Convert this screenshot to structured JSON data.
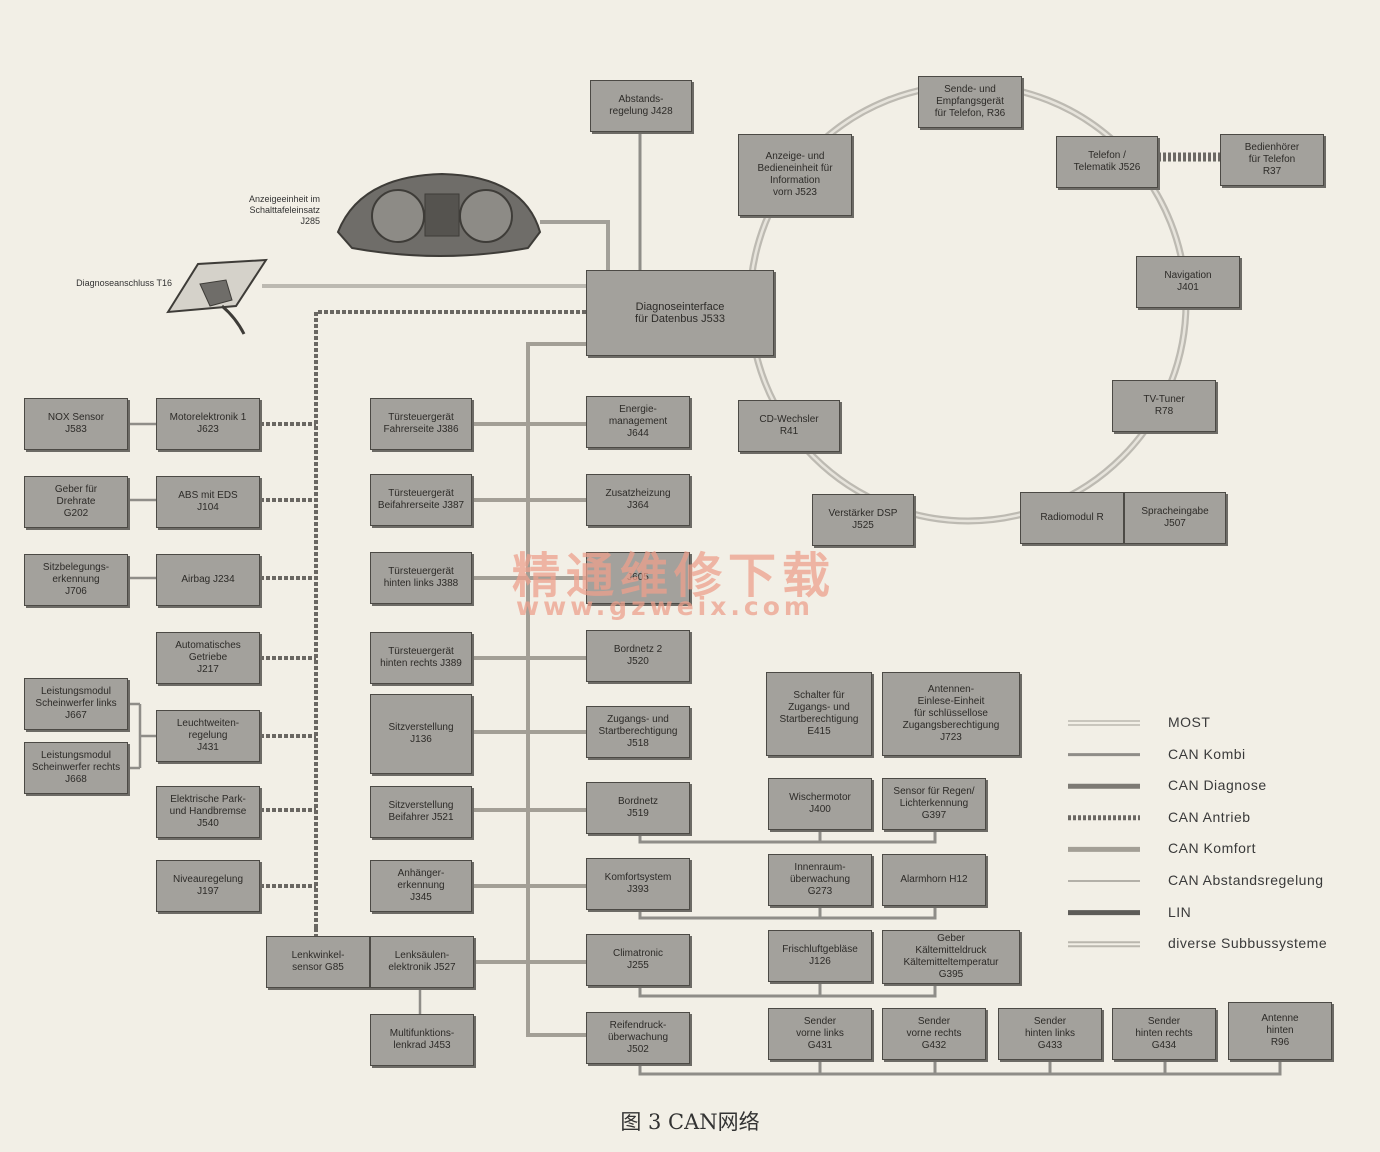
{
  "caption": "图 3 CAN网络",
  "watermark": {
    "line1": "精通维修下载",
    "line2": "www.gzweix.com"
  },
  "labels": {
    "instrument_cluster": "Anzeigeeinheit im\nSchalttafeleinsatz\nJ285",
    "diag_port": "Diagnoseanschluss T16"
  },
  "modules": {
    "gateway": "Diagnoseinterface\nfür Datenbus J533",
    "distance": "Abstands-\nregelung J428",
    "display_unit": "Anzeige- und\nBedieneinheit für\nInformation\nvorn J523",
    "transceiver": "Sende- und\nEmpfangsgerät\nfür Telefon, R36",
    "telefon": "Telefon /\nTelematik J526",
    "handset": "Bedienhörer\nfür Telefon\nR37",
    "navigation": "Navigation\nJ401",
    "tv_tuner": "TV-Tuner\nR78",
    "cd_changer": "CD-Wechsler\nR41",
    "amp": "Verstärker DSP\nJ525",
    "radio": "Radiomodul R",
    "voice": "Spracheingabe\nJ507",
    "nox": "NOX Sensor\nJ583",
    "motor": "Motorelektronik 1\nJ623",
    "rate_sensor": "Geber für\nDrehrate\nG202",
    "abs": "ABS mit EDS\nJ104",
    "seat_occ": "Sitzbelegungs-\nerkennung\nJ706",
    "airbag": "Airbag J234",
    "gearbox": "Automatisches\nGetriebe\nJ217",
    "lamp_left": "Leistungsmodul\nScheinwerfer links\nJ667",
    "lamp_right": "Leistungsmodul\nScheinwerfer rechts\nJ668",
    "headlight": "Leuchtweiten-\nregelung\nJ431",
    "parkbrake": "Elektrische Park-\nund Handbremse\nJ540",
    "level": "Niveauregelung\nJ197",
    "door_driver": "Türsteuergerät\nFahrerseite J386",
    "door_pass": "Türsteuergerät\nBeifahrerseite J387",
    "door_rl": "Türsteuergerät\nhinten links J388",
    "door_rr": "Türsteuergerät\nhinten rechts J389",
    "seat_adj": "Sitzverstellung\nJ136",
    "seat_pass": "Sitzverstellung\nBeifahrer J521",
    "trailer": "Anhänger-\nerkennung\nJ345",
    "energy": "Energie-\nmanagement\nJ644",
    "aux_heat": "Zusatzheizung\nJ364",
    "onboard1": "J605",
    "onboard2": "Bordnetz 2\nJ520",
    "access": "Zugangs- und\nStartberechtigung\nJ518",
    "onboard": "Bordnetz\nJ519",
    "comfort": "Komfortsystem\nJ393",
    "climatronic": "Climatronic\nJ255",
    "tyre": "Reifendruck-\nüberwachung\nJ502",
    "steer_sensor": "Lenkwinkel-\nsensor G85",
    "steer_col": "Lenksäulen-\nelektronik J527",
    "mf_wheel": "Multifunktions-\nlenkrad J453",
    "start_switch": "Schalter für\nZugangs- und\nStartberechtigung\nE415",
    "antenna_unit": "Antennen-\nEinlese-Einheit\nfür schlüssellose\nZugangsberechtigung\nJ723",
    "wiper": "Wischermotor\nJ400",
    "rain": "Sensor für Regen/\nLichterkennung\nG397",
    "interior": "Innenraum-\nüberwachung\nG273",
    "alarm": "Alarmhorn H12",
    "fresh_air": "Frischluftgebläse\nJ126",
    "refrig": "Geber\nKältemitteldruck\nKältemitteltemperatur\nG395",
    "tx_fl": "Sender\nvorne links\nG431",
    "tx_fr": "Sender\nvorne rechts\nG432",
    "tx_rl": "Sender\nhinten links\nG433",
    "tx_rr": "Sender\nhinten rechts\nG434",
    "antenna_rear": "Antenne\nhinten\nR96"
  },
  "legend": [
    {
      "key": "most",
      "label": "MOST",
      "color": "#c9c6bd",
      "style": "double"
    },
    {
      "key": "can_kombi",
      "label": "CAN Kombi",
      "color": "#8f8d88",
      "style": "solid"
    },
    {
      "key": "can_diag",
      "label": "CAN Diagnose",
      "color": "#7d7a74",
      "style": "thick"
    },
    {
      "key": "can_antrieb",
      "label": "CAN Antrieb",
      "color": "#6a6762",
      "style": "dash"
    },
    {
      "key": "can_komfort",
      "label": "CAN Komfort",
      "color": "#a39f96",
      "style": "thick"
    },
    {
      "key": "can_abstand",
      "label": "CAN Abstandsregelung",
      "color": "#b3b0a8",
      "style": "thin"
    },
    {
      "key": "lin",
      "label": "LIN",
      "color": "#5e5c58",
      "style": "thick"
    },
    {
      "key": "subbus",
      "label": "diverse Subbussysteme",
      "color": "#bab7ae",
      "style": "double"
    }
  ]
}
